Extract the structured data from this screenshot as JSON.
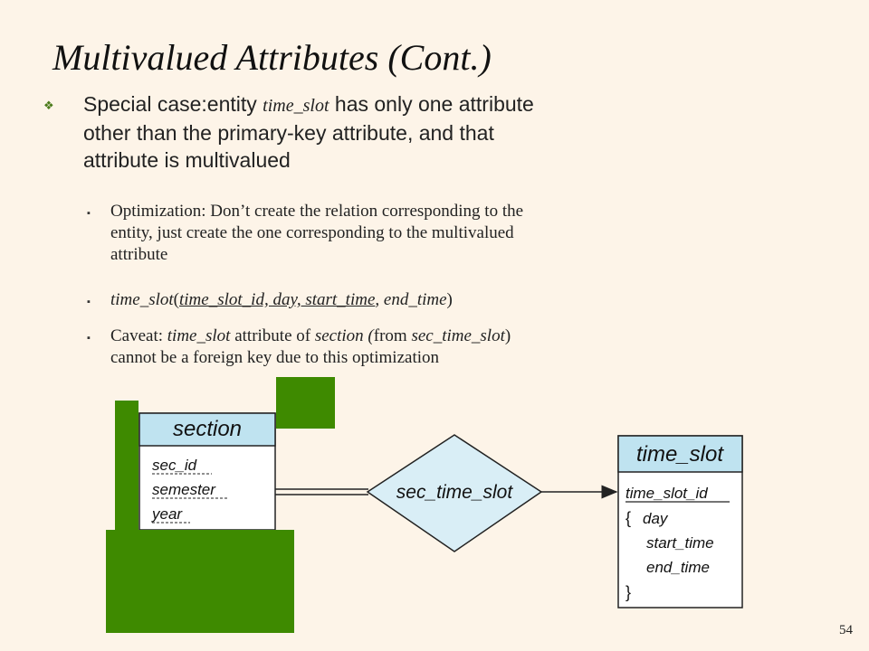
{
  "title": "Multivalued Attributes (Cont.)",
  "bullet": {
    "marker": "❖",
    "prefix": "Special case:entity ",
    "entity": "time_slot",
    "suffix_line1": " has only one attribute",
    "line2": "other than the primary-key attribute, and that",
    "line3": "attribute is multivalued"
  },
  "sub_bullets": {
    "marker": "▪",
    "optimization": {
      "line1": "Optimization: Don’t create the relation corresponding to the",
      "line2": "entity, just create the one corresponding to the multivalued",
      "line3": "attribute"
    },
    "schema": {
      "relation": "time_slot",
      "open": "(",
      "keys": "time_slot_id, day, start_time",
      "rest": ", end_time",
      "close": ")"
    },
    "caveat": {
      "p1": "Caveat: ",
      "p2": "time_slot",
      "p3": " attribute of ",
      "p4": "section (",
      "p5": "from ",
      "p6": "sec_time_slot",
      "p7": ")",
      "line2": "cannot be a foreign key due to this optimization"
    }
  },
  "diagram": {
    "section_entity": {
      "name": "section",
      "attributes": [
        "sec_id",
        "semester",
        "year"
      ]
    },
    "relationship": "sec_time_slot",
    "time_slot_entity": {
      "name": "time_slot",
      "key": "time_slot_id",
      "open_brace": "{",
      "close_brace": "}",
      "attributes": [
        "day",
        "start_time",
        "end_time"
      ]
    },
    "colors": {
      "entity_header": "#bfe3f0",
      "relationship_fill": "#d9eef6",
      "redaction_green": "#3e8a00"
    }
  },
  "page_number": "54"
}
